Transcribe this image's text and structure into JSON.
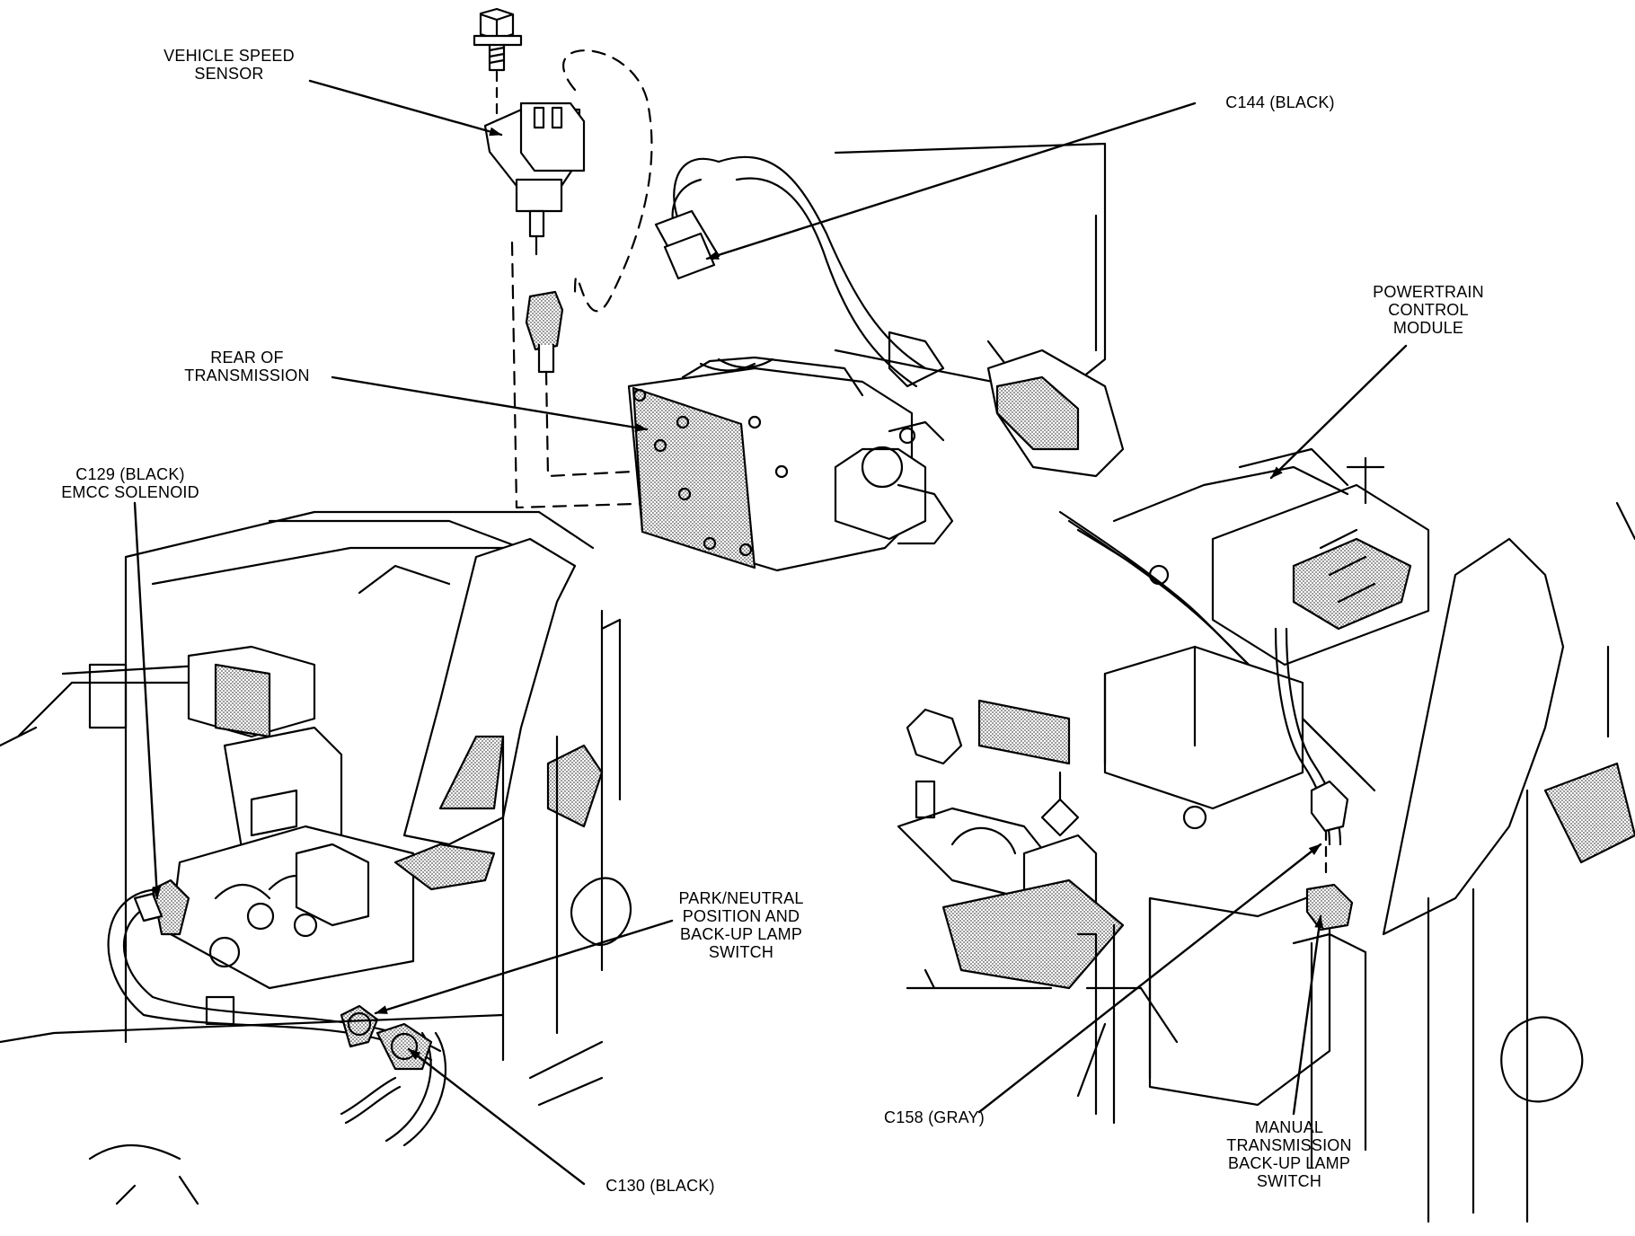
{
  "labels": {
    "vss": [
      "VEHICLE SPEED",
      "SENSOR"
    ],
    "c144": [
      "C144 (BLACK)"
    ],
    "pcm": [
      "POWERTRAIN",
      "CONTROL",
      "MODULE"
    ],
    "rear_trans": [
      "REAR OF",
      "TRANSMISSION"
    ],
    "c129": [
      "C129 (BLACK)",
      "EMCC SOLENOID"
    ],
    "pnp": [
      "PARK/NEUTRAL",
      "POSITION AND",
      "BACK-UP LAMP",
      "SWITCH"
    ],
    "c130": [
      "C130 (BLACK)"
    ],
    "c158": [
      "C158 (GRAY)"
    ],
    "mt_switch": [
      "MANUAL",
      "TRANSMISSION",
      "BACK-UP LAMP",
      "SWITCH"
    ]
  },
  "colors": {
    "line": "#000000",
    "shade": "#8a8a8a",
    "background": "#ffffff"
  }
}
